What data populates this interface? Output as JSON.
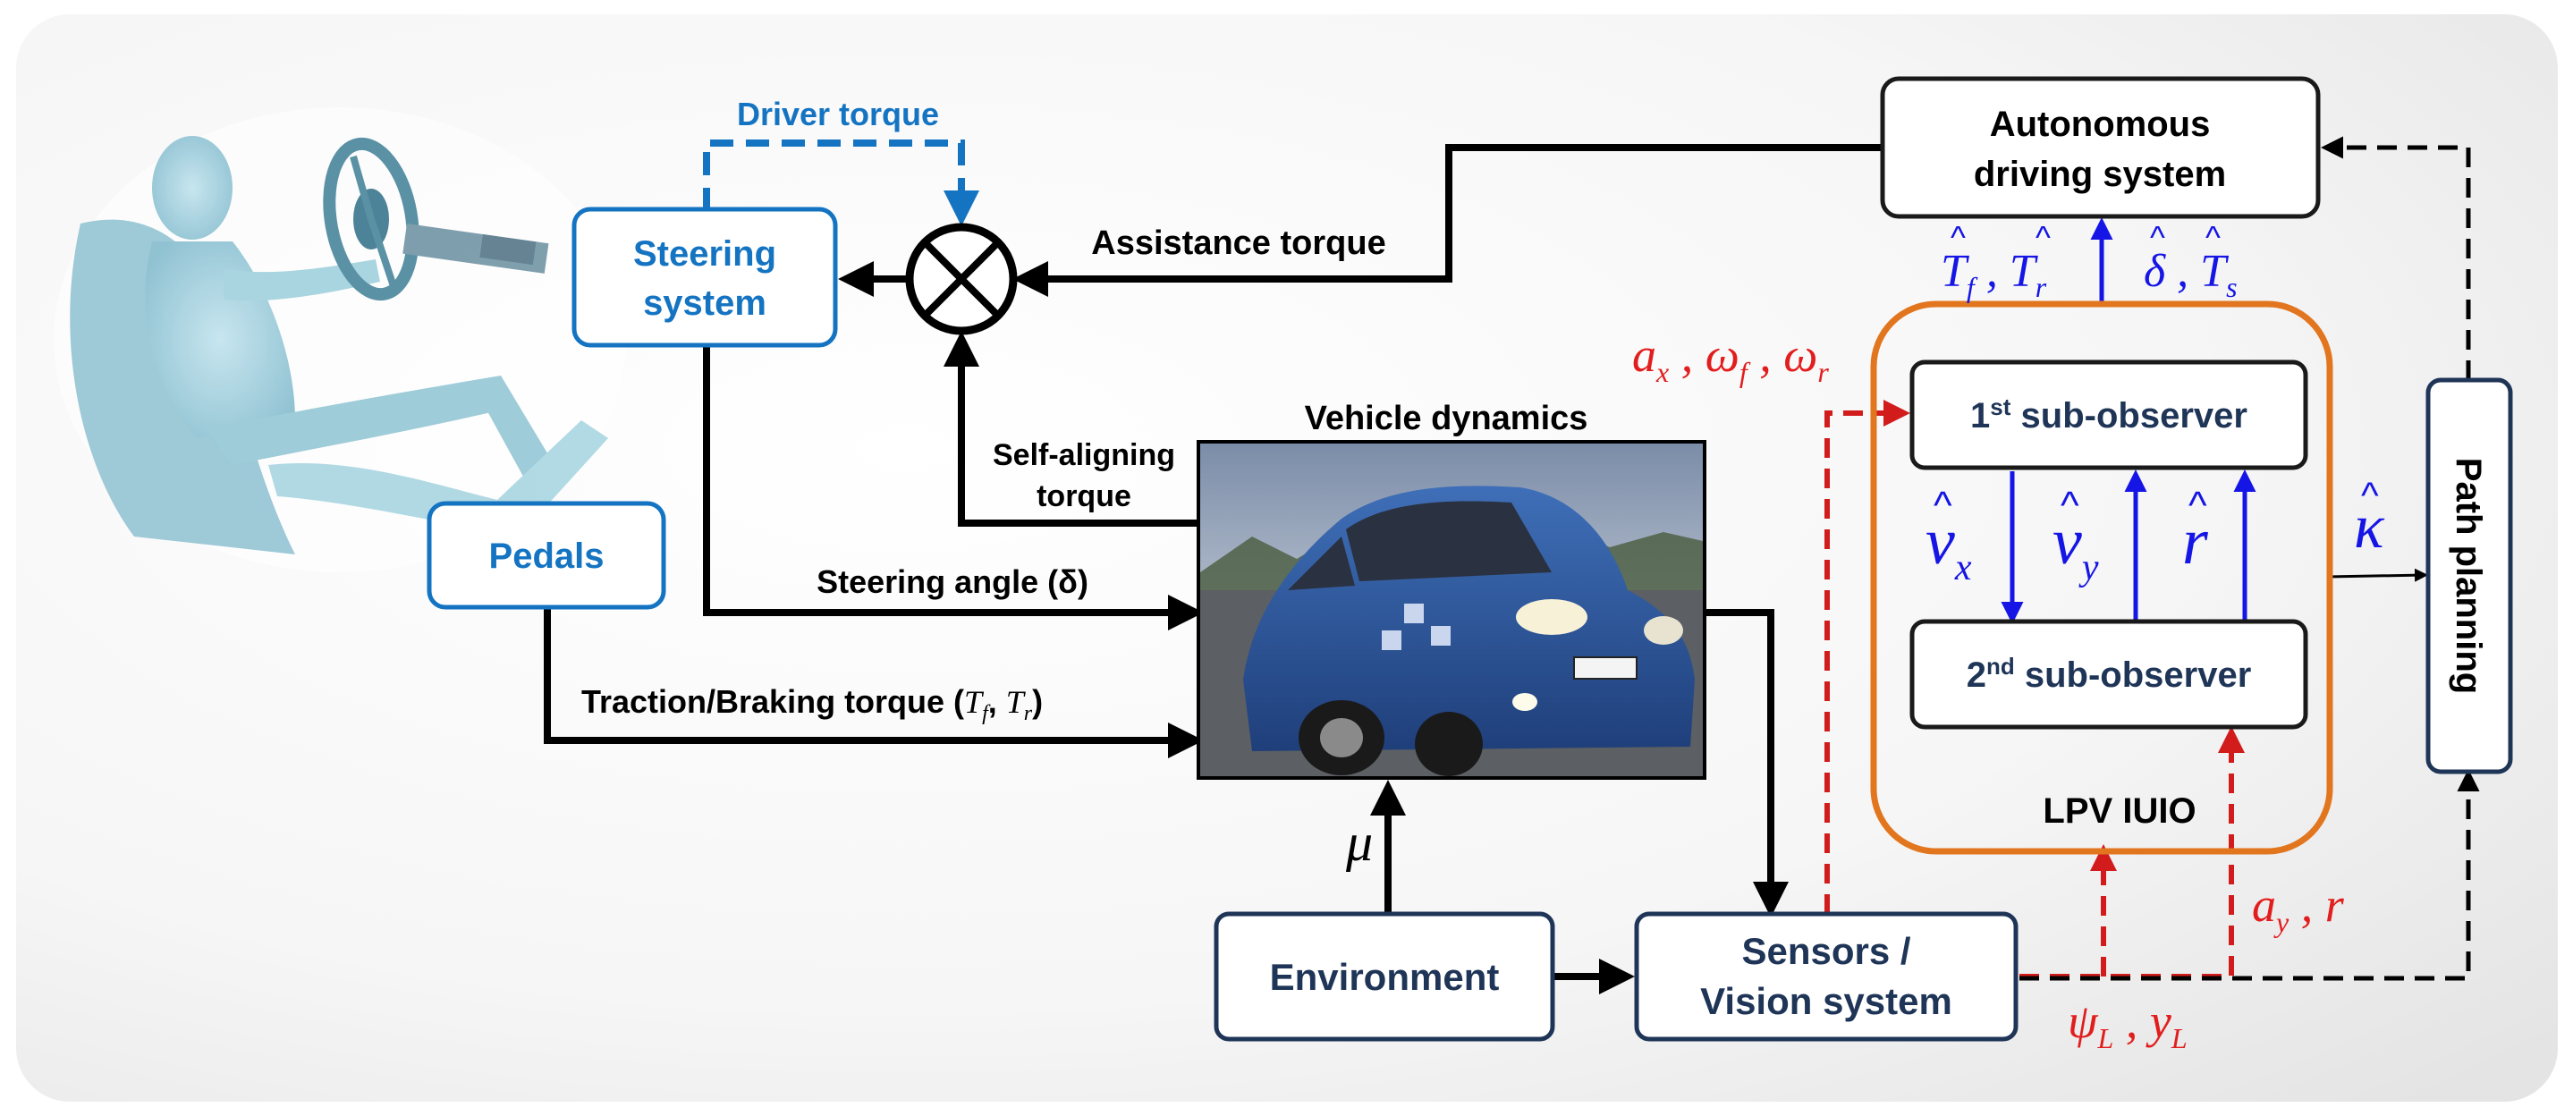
{
  "blocks": {
    "steering": [
      "Steering",
      "system"
    ],
    "pedals": "Pedals",
    "autonomous": [
      "Autonomous",
      "driving system"
    ],
    "sub1": {
      "base": "1",
      "sup": "st",
      "rest": " sub-observer"
    },
    "sub2": {
      "base": "2",
      "sup": "nd",
      "rest": " sub-observer"
    },
    "lpv": "LPV IUIO",
    "path": "Path planning",
    "environment": "Environment",
    "sensors": [
      "Sensors /",
      "Vision system"
    ]
  },
  "labels": {
    "driver_torque": "Driver torque",
    "assistance_torque": "Assistance torque",
    "self_aligning": [
      "Self-aligning",
      "torque"
    ],
    "vehicle_dynamics": "Vehicle dynamics",
    "steering_angle": "Steering angle (δ)",
    "traction_prefix": "Traction/Braking torque (",
    "traction_mid": ", ",
    "traction_suffix": ")",
    "tf": "T",
    "tf_sub": "f",
    "tr": "T",
    "tr_sub": "r"
  },
  "math": {
    "mu": "μ",
    "est_tf_tr": {
      "a": "T",
      "a_sub": "f",
      "sep": " , ",
      "b": "T",
      "b_sub": "r"
    },
    "est_delta_ts": {
      "a": "δ",
      "sep": " , ",
      "b": "T",
      "b_sub": "s"
    },
    "meas_ax": {
      "a": "a",
      "a_sub": "x",
      "b": "ω",
      "b_sub": "f",
      "c": "ω",
      "c_sub": "r",
      "sep": " , "
    },
    "vx": {
      "base": "v",
      "sub": "x"
    },
    "vy": {
      "base": "v",
      "sub": "y"
    },
    "r": "r",
    "kappa": "κ",
    "ay_r": {
      "a": "a",
      "a_sub": "y",
      "sep": " , ",
      "b": "r"
    },
    "psi_y": {
      "a": "ψ",
      "a_sub": "L",
      "sep": " , ",
      "b": "y",
      "b_sub": "L"
    }
  },
  "icons": [
    "summing-junction-icon",
    "driver-illustration",
    "vehicle-photo"
  ],
  "colors": {
    "navy": "#1f3557",
    "steel_blue": "#1474c2",
    "estimate_blue": "#1515e6",
    "measure_red": "#e21d1d",
    "observer_orange": "#e2761e",
    "arrow_black": "#000000"
  }
}
